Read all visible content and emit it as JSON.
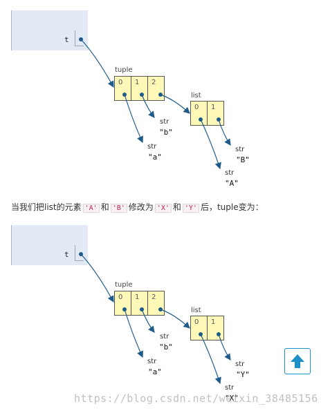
{
  "colors": {
    "frame_bg": "#e2eaf6",
    "cell_bg": "#fdf8b8",
    "arrow": "#1f5b8a",
    "code_text": "#c7254e",
    "button_border": "#1e90c9"
  },
  "diagram_1": {
    "var_name": "t",
    "tuple_label": "tuple",
    "tuple_indices": [
      "0",
      "1",
      "2"
    ],
    "list_label": "list",
    "list_indices": [
      "0",
      "1"
    ],
    "str_a": {
      "type": "str",
      "value": "\"a\""
    },
    "str_b": {
      "type": "str",
      "value": "\"b\""
    },
    "list_str_0": {
      "type": "str",
      "value": "\"A\""
    },
    "list_str_1": {
      "type": "str",
      "value": "\"B\""
    }
  },
  "caption": {
    "part1": "当我们把list的元素",
    "code1": "'A'",
    "part2": "和",
    "code2": "'B'",
    "part3": "修改为",
    "code3": "'X'",
    "part4": "和",
    "code4": "'Y'",
    "part5": "后，tuple变为："
  },
  "diagram_2": {
    "var_name": "t",
    "tuple_label": "tuple",
    "tuple_indices": [
      "0",
      "1",
      "2"
    ],
    "list_label": "list",
    "list_indices": [
      "0",
      "1"
    ],
    "str_a": {
      "type": "str",
      "value": "\"a\""
    },
    "str_b": {
      "type": "str",
      "value": "\"b\""
    },
    "list_str_0": {
      "type": "str",
      "value": "\"X\""
    },
    "list_str_1": {
      "type": "str",
      "value": "\"Y\""
    }
  },
  "scroll_button": {
    "icon": "arrow-up-icon"
  },
  "watermark": "https://blog.csdn.net/weixin_38485156"
}
